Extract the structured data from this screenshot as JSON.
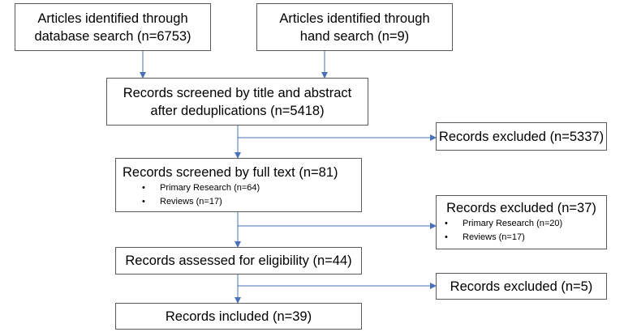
{
  "boxes": {
    "database_search": {
      "line1": "Articles identified through",
      "line2": "database search (n=6753)"
    },
    "hand_search": {
      "line1": "Articles identified through",
      "line2": "hand search (n=9)"
    },
    "screened_title": {
      "line1": "Records screened by title and abstract",
      "line2": "after deduplications (n=5418)"
    },
    "excluded_1": {
      "text": "Records excluded (n=5337)"
    },
    "screened_full": {
      "title": "Records screened by full text (n=81)",
      "items": [
        "Primary Research (n=64)",
        "Reviews (n=17)"
      ]
    },
    "excluded_2": {
      "title": "Records excluded (n=37)",
      "items": [
        "Primary Research (n=20)",
        "Reviews (n=17)"
      ]
    },
    "eligibility": {
      "text": "Records assessed for eligibility (n=44)"
    },
    "excluded_3": {
      "text": "Records excluded (n=5)"
    },
    "included": {
      "text": "Records included (n=39)"
    }
  },
  "colors": {
    "arrow": "#4a72b8",
    "border": "#5a5a5a"
  }
}
